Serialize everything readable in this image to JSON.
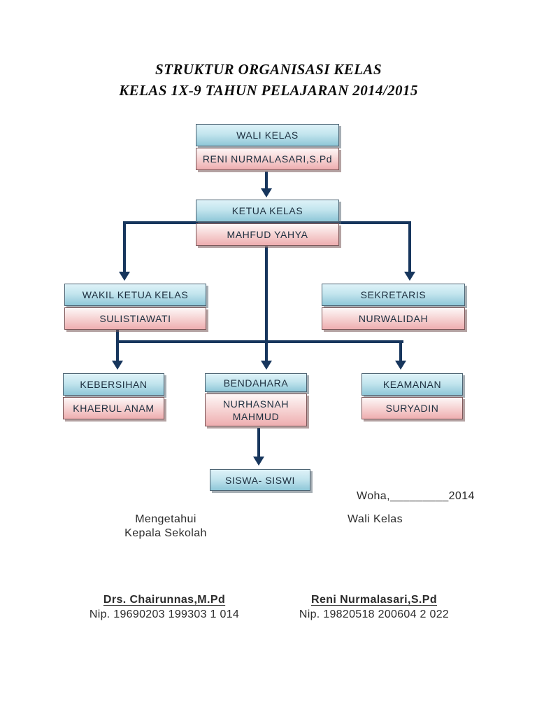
{
  "title": {
    "line1": "STRUKTUR ORGANISASI KELAS",
    "line2": "KELAS 1X-9 TAHUN PELAJARAN 2014/2015"
  },
  "chart": {
    "type": "org-chart",
    "nodes": [
      {
        "role": "WALI KELAS",
        "name": "RENI NURMALASARI,S.Pd"
      },
      {
        "role": "KETUA KELAS",
        "name": "MAHFUD YAHYA"
      },
      {
        "role": "WAKIL KETUA KELAS",
        "name": "SULISTIAWATI"
      },
      {
        "role": "SEKRETARIS",
        "name": "NURWALIDAH"
      },
      {
        "role": "KEBERSIHAN",
        "name": "KHAERUL ANAM"
      },
      {
        "role": "BENDAHARA",
        "name": "NURHASNAH MAHMUD"
      },
      {
        "role": "KEAMANAN",
        "name": "SURYADIN"
      },
      {
        "role": "SISWA- SISWI"
      }
    ],
    "edges": [
      "WALI KELAS -> KETUA KELAS",
      "KETUA KELAS -> WAKIL KETUA KELAS",
      "KETUA KELAS -> SEKRETARIS",
      "KETUA KELAS -> KEBERSIHAN",
      "KETUA KELAS -> BENDAHARA",
      "KETUA KELAS -> KEAMANAN",
      "BENDAHARA -> SISWA- SISWI"
    ]
  },
  "signature": {
    "place_date": "Woha,_________2014",
    "left_title_line1": "Mengetahui",
    "left_title_line2": "Kepala Sekolah",
    "right_title": "Wali Kelas",
    "left_name": "Drs. Chairunnas,M.Pd",
    "left_nip": "Nip. 19690203 199303 1 014",
    "right_name": "Reni Nurmalasari,S.Pd",
    "right_nip": "Nip. 19820518 200604 2 022"
  },
  "colors": {
    "connector": "#17365d",
    "box_blue_top": "#def2f8",
    "box_blue_bottom": "#8fc7d8",
    "box_pink_top": "#fdf7f7",
    "box_pink_bottom": "#eeaeb0",
    "box_text": "#1d2f3f",
    "body_text": "#2b2b2b"
  }
}
